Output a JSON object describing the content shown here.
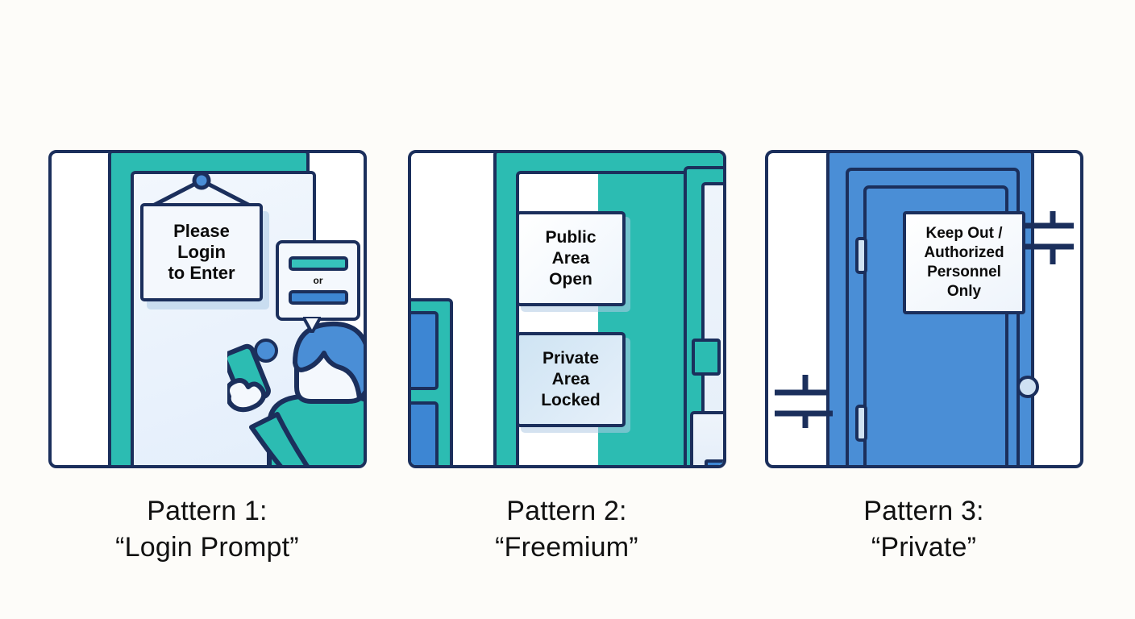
{
  "figure": {
    "background_color": "#fdfcf9",
    "line_color": "#1b2f5c",
    "teal": "#2cbcb2",
    "blue": "#4a8ed6",
    "sign_fill": "#f4f8fd"
  },
  "panels": [
    {
      "id": "panel-1",
      "caption_line1": "Pattern 1:",
      "caption_line2": "“Login Prompt”",
      "door_sign_text": "Please\nLogin\nto Enter",
      "bubble": {
        "divider_label": "or",
        "button_top_color": "#36c2bb",
        "button_bottom_color": "#3d86d3"
      },
      "elements": [
        "door-frame",
        "door-slab",
        "hanging-sign",
        "door-knob",
        "speech-bubble",
        "person-with-phone"
      ]
    },
    {
      "id": "panel-2",
      "caption_line1": "Pattern 2:",
      "caption_line2": "“Freemium”",
      "sign_public_text": "Public\nArea\nOpen",
      "sign_private_text": "Private\nArea\nLocked",
      "elements": [
        "double-door-frame",
        "left-partial-door",
        "right-partial-door",
        "public-area-sign",
        "private-area-sign"
      ]
    },
    {
      "id": "panel-3",
      "caption_line1": "Pattern 3:",
      "caption_line2": "“Private”",
      "door_sign_text": "Keep Out /\nAuthorized\nPersonnel\nOnly",
      "elements": [
        "heavy-door",
        "keep-out-sign",
        "door-knob",
        "hinge-top",
        "hinge-bottom",
        "brick-marks-top-right",
        "brick-marks-bottom-left"
      ]
    }
  ]
}
